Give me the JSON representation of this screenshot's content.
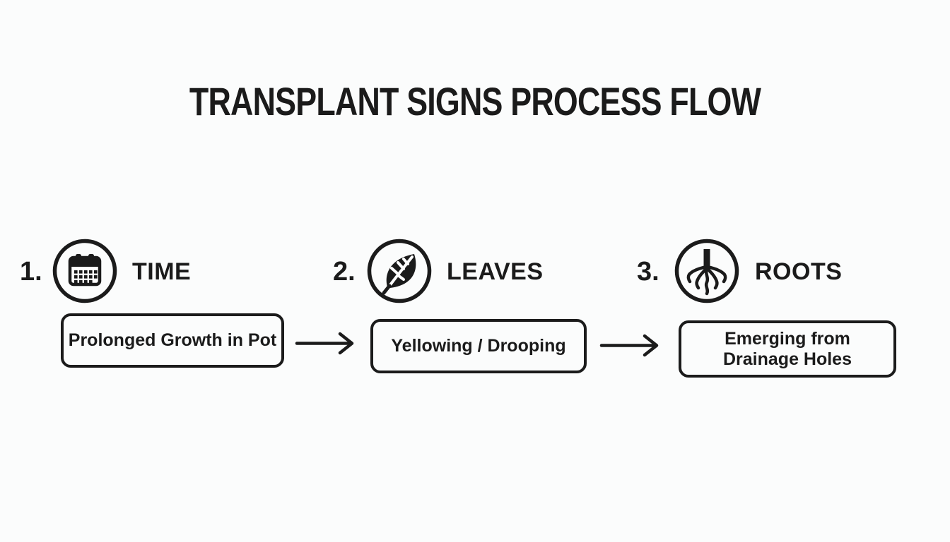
{
  "title": "TRANSPLANT SIGNS PROCESS FLOW",
  "colors": {
    "ink": "#1b1b1b",
    "background": "#fbfcfc"
  },
  "steps": [
    {
      "number": "1.",
      "icon": "calendar-icon",
      "label": "TIME",
      "box_lines": [
        "Prolonged Growth in Pot"
      ]
    },
    {
      "number": "2.",
      "icon": "leaf-icon",
      "label": "LEAVES",
      "box_lines": [
        "Yellowing / Drooping"
      ]
    },
    {
      "number": "3.",
      "icon": "roots-icon",
      "label": "ROOTS",
      "box_lines": [
        "Emerging from",
        "Drainage Holes"
      ]
    }
  ],
  "connectors": [
    "arrow-right",
    "arrow-right"
  ]
}
